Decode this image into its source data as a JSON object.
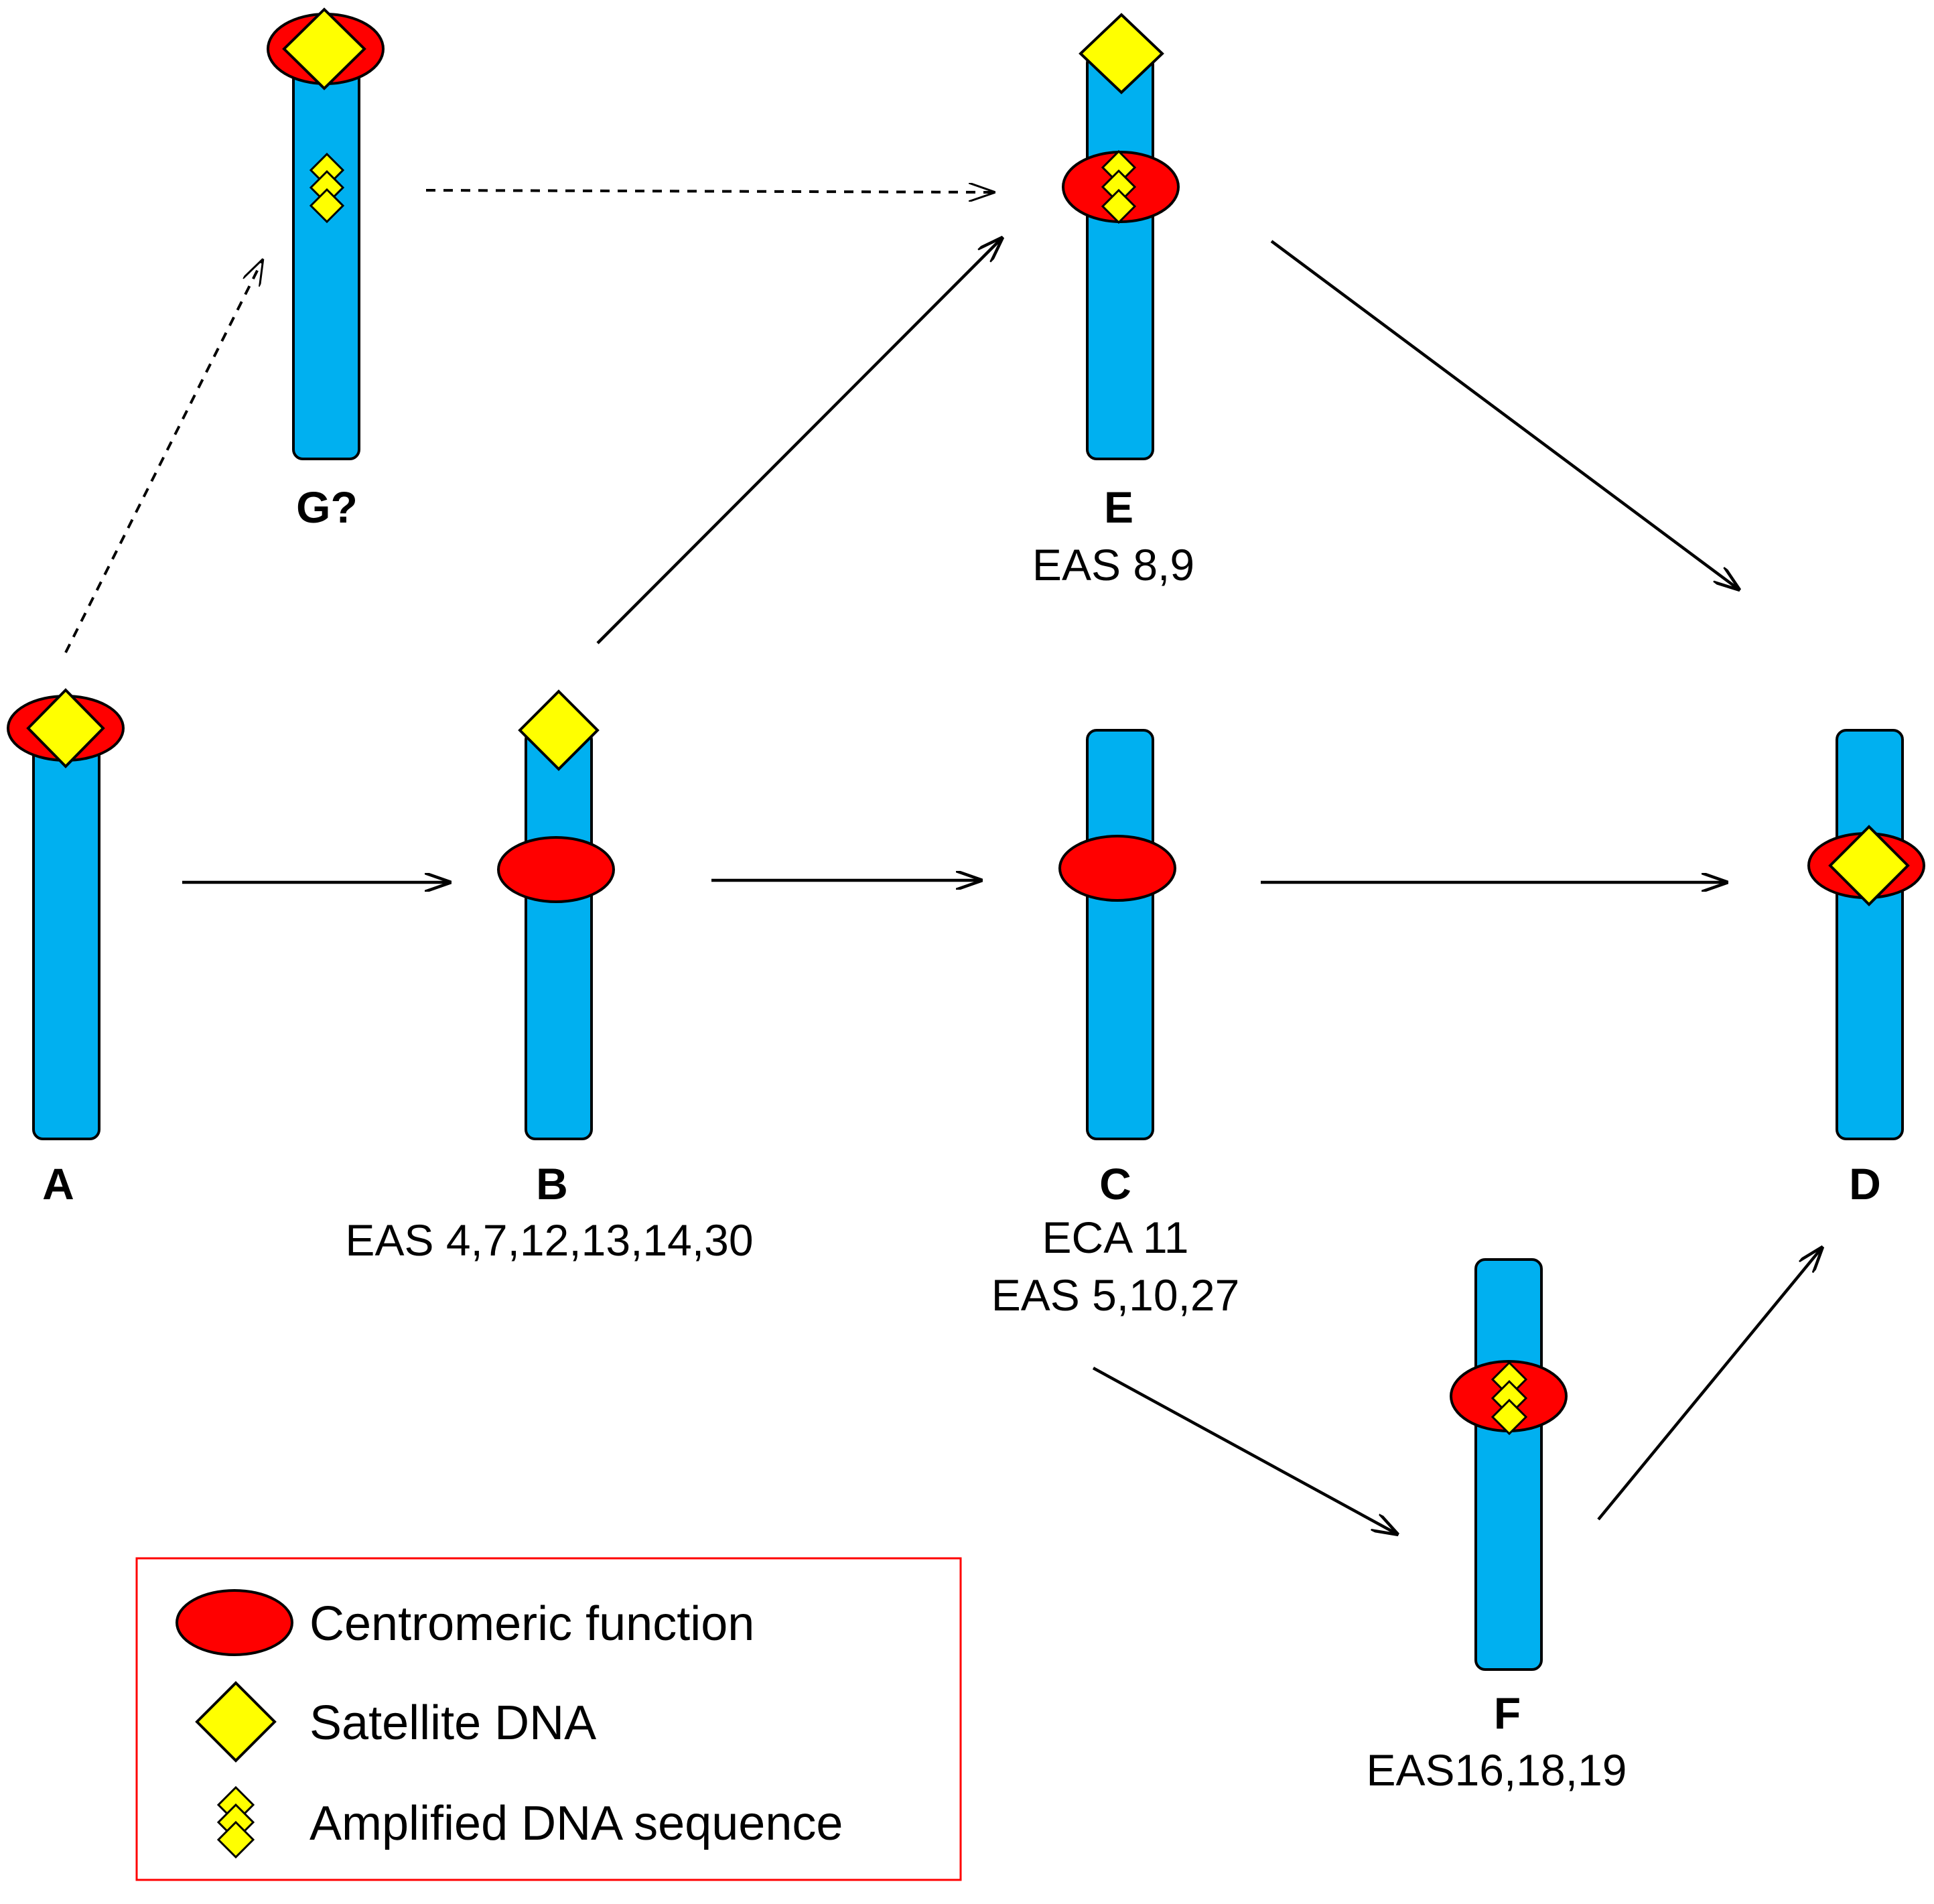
{
  "colors": {
    "chromosome": "#00b0f0",
    "centromere": "#ff0000",
    "satellite": "#ffff00",
    "outline": "#000000",
    "legend_border": "#ff0000"
  },
  "nodes": {
    "A": {
      "label": "A",
      "sub": []
    },
    "B": {
      "label": "B",
      "sub": [
        "EAS 4,7,12,13,14,30"
      ]
    },
    "C": {
      "label": "C",
      "sub": [
        "ECA 11",
        "EAS 5,10,27"
      ]
    },
    "D": {
      "label": "D",
      "sub": []
    },
    "E": {
      "label": "E",
      "sub": [
        "EAS 8,9"
      ]
    },
    "F": {
      "label": "F",
      "sub": [
        "EAS16,18,19"
      ]
    },
    "G": {
      "label": "G?",
      "sub": []
    }
  },
  "edges": [
    {
      "from": "A",
      "to": "B",
      "style": "solid"
    },
    {
      "from": "B",
      "to": "C",
      "style": "solid"
    },
    {
      "from": "C",
      "to": "D",
      "style": "solid"
    },
    {
      "from": "B",
      "to": "E",
      "style": "solid"
    },
    {
      "from": "E",
      "to": "D",
      "style": "solid"
    },
    {
      "from": "C",
      "to": "F",
      "style": "solid"
    },
    {
      "from": "F",
      "to": "D",
      "style": "solid"
    },
    {
      "from": "A",
      "to": "G",
      "style": "dashed"
    },
    {
      "from": "G",
      "to": "E",
      "style": "dashed"
    }
  ],
  "legend": {
    "items": [
      {
        "icon": "centromere-ellipse-icon",
        "label": "Centromeric function"
      },
      {
        "icon": "satellite-diamond-icon",
        "label": "Satellite DNA"
      },
      {
        "icon": "amplified-diamonds-icon",
        "label": "Amplified DNA sequence"
      }
    ]
  }
}
